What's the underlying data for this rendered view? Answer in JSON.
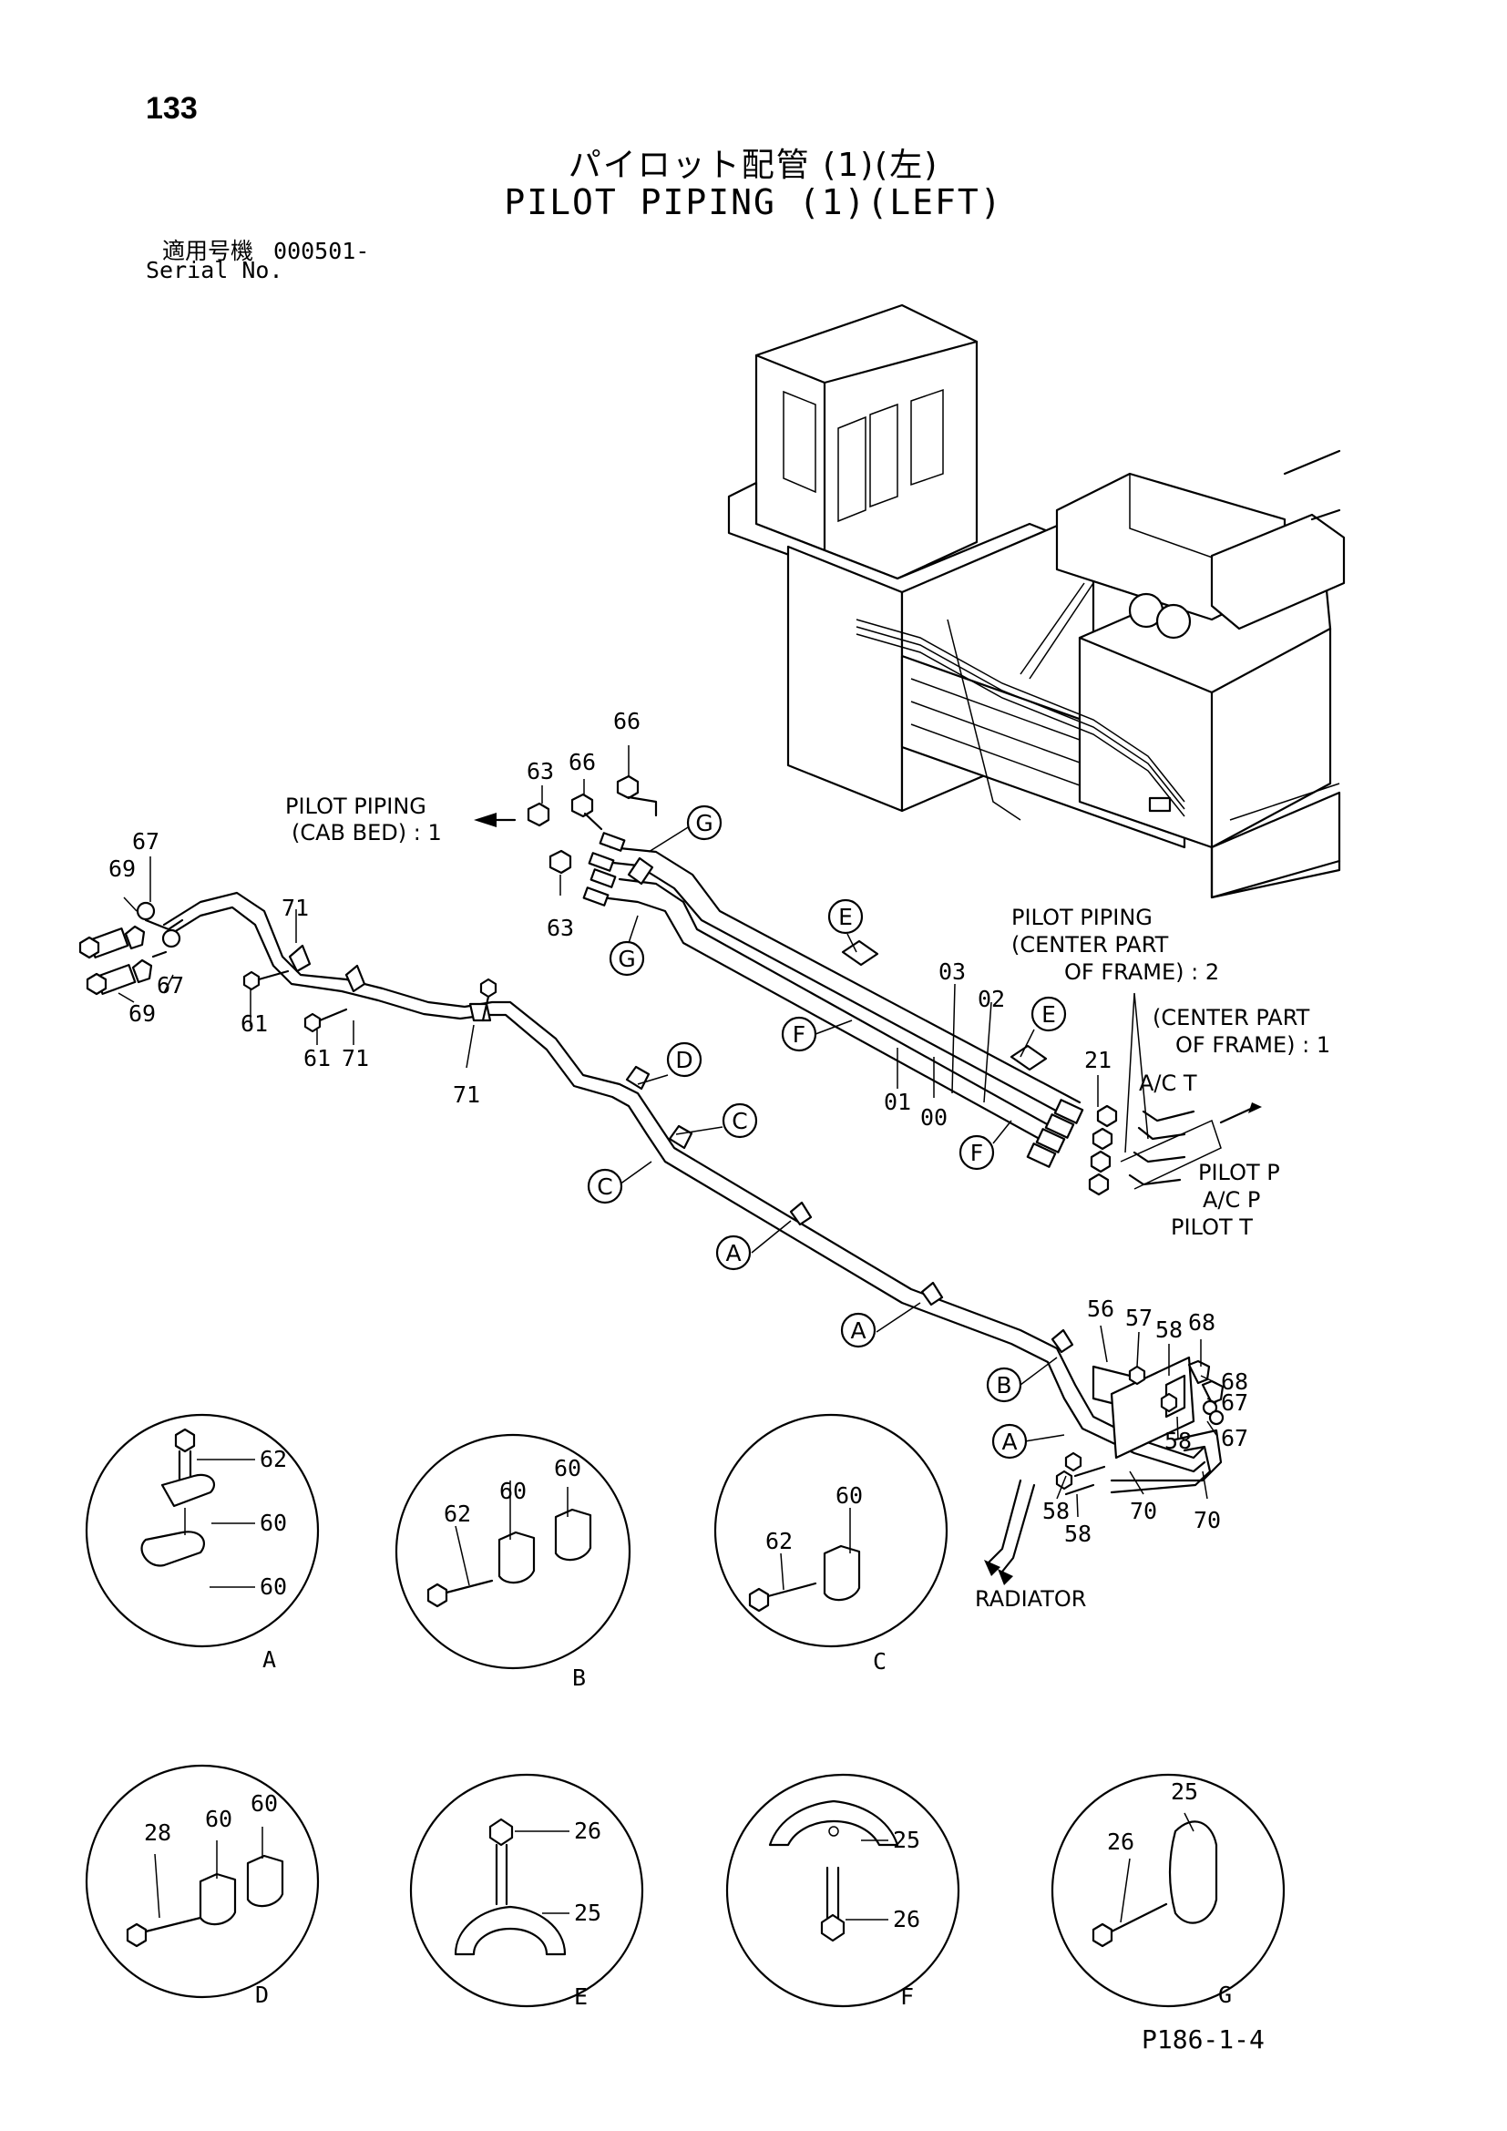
{
  "page_number": "133",
  "title_jp": "パイロット配管 (1)(左)",
  "title_en": "PILOT PIPING (1)(LEFT)",
  "serial_jp_label": "適用号機",
  "serial_value": "000501-",
  "serial_en_label": "Serial No.",
  "footer_code": "P186-1-4",
  "annotations": {
    "cab_bed": [
      "PILOT PIPING",
      "(CAB BED) : 1"
    ],
    "center_frame_2": [
      "PILOT PIPING",
      "(CENTER PART",
      "OF FRAME) : 2"
    ],
    "center_frame_1": [
      "(CENTER PART",
      "OF FRAME) : 1"
    ],
    "ac_t": "A/C  T",
    "pilot_p": "PILOT P",
    "ac_p": "A/C  P",
    "pilot_t": "PILOT T",
    "radiator": "RADIATOR"
  },
  "callouts": {
    "c63a": "63",
    "c66a": "66",
    "c66b": "66",
    "c63b": "63",
    "c67a": "67",
    "c69a": "69",
    "c71a": "71",
    "c67b": "67",
    "c69b": "69",
    "c61a": "61",
    "c61b": "61",
    "c71b": "71",
    "c71c": "71",
    "c03": "03",
    "c02": "02",
    "c01": "01",
    "c00": "00",
    "c21": "21",
    "c56": "56",
    "c57": "57",
    "c58a": "58",
    "c68a": "68",
    "c68b": "68",
    "c67c": "67",
    "c67d": "67",
    "c58b": "58",
    "c58c": "58",
    "c58d": "58",
    "c70a": "70",
    "c70b": "70"
  },
  "markers": {
    "g_top": "G",
    "g_bot": "G",
    "e_top": "E",
    "e_right": "E",
    "f_left": "F",
    "f_right": "F",
    "d": "D",
    "c_right": "C",
    "c_left": "C",
    "a_mid": "A",
    "a_lower": "A",
    "b_end": "B",
    "a_end": "A"
  },
  "details": {
    "A": {
      "letter": "A",
      "labels": [
        "62",
        "60",
        "60"
      ]
    },
    "B": {
      "letter": "B",
      "labels": [
        "62",
        "60",
        "60"
      ]
    },
    "C": {
      "letter": "C",
      "labels": [
        "62",
        "60"
      ]
    },
    "D": {
      "letter": "D",
      "labels": [
        "28",
        "60",
        "60"
      ]
    },
    "E": {
      "letter": "E",
      "labels": [
        "26",
        "25"
      ]
    },
    "F": {
      "letter": "F",
      "labels": [
        "25",
        "26"
      ]
    },
    "G": {
      "letter": "G",
      "labels": [
        "25",
        "26"
      ]
    }
  }
}
